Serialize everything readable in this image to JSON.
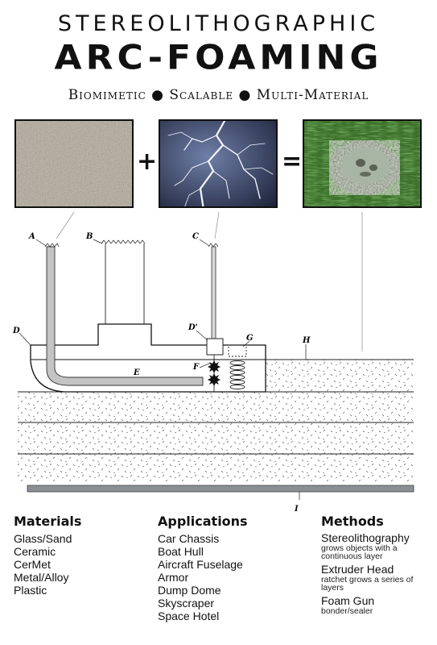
{
  "title": {
    "line1": "Stereolithographic",
    "line2": "ARC-FOAMING",
    "tagline": "Biomimetic ● Scalable ● Multi-Material"
  },
  "equation": {
    "plus": "+",
    "equals": "="
  },
  "diagram_labels": {
    "A": "A",
    "B": "B",
    "C": "C",
    "D": "D",
    "D_prime": "D'",
    "E": "E",
    "F": "F",
    "G": "G",
    "H": "H",
    "I": "I"
  },
  "materials": {
    "heading": "Materials",
    "items": [
      "Glass/Sand",
      "Ceramic",
      "CerMet",
      "Metal/Alloy",
      "Plastic"
    ]
  },
  "applications": {
    "heading": "Applications",
    "items": [
      "Car Chassis",
      "Boat Hull",
      "Aircraft Fuselage",
      "Armor",
      "Dump Dome",
      "Skyscraper",
      "Space Hotel"
    ]
  },
  "methods": {
    "heading": "Methods",
    "items": [
      {
        "name": "Stereolithography",
        "desc": "grows objects with a continuous layer"
      },
      {
        "name": "Extruder Head",
        "desc": "ratchet grows a series of layers"
      },
      {
        "name": "Foam Gun",
        "desc": "bonder/sealer"
      }
    ]
  },
  "colors": {
    "sand": "#a39a8a",
    "sky": "#2e3a55",
    "grass": "#3f7a2e",
    "tube": "#c4c4c4",
    "base_plate": "#8a8f96"
  }
}
